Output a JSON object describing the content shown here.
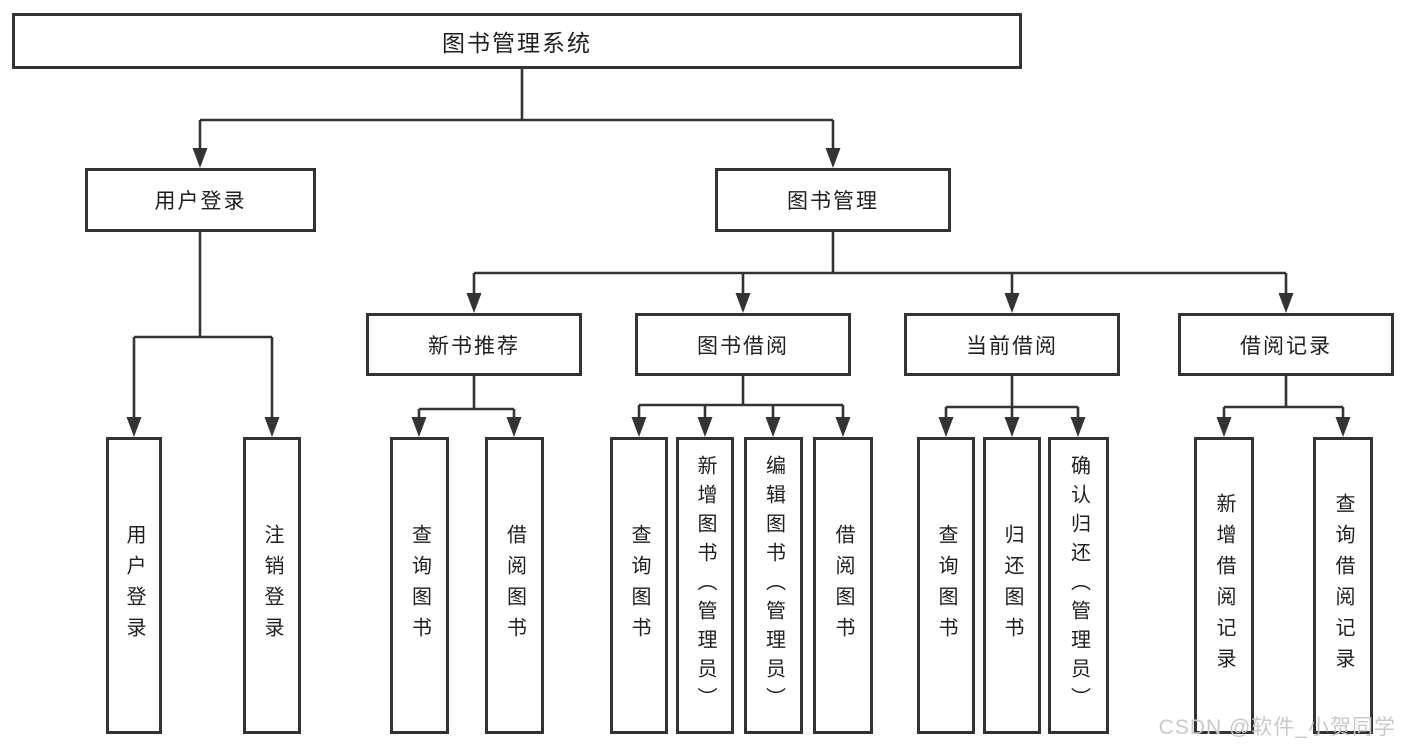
{
  "tree": {
    "root": {
      "label": "图书管理系统"
    },
    "user_login": {
      "label": "用户登录",
      "leaves": {
        "login": "用户登录",
        "logout": "注销登录"
      }
    },
    "book_mgmt": {
      "label": "图书管理",
      "new_book": {
        "label": "新书推荐",
        "leaves": {
          "query": "查询图书",
          "borrow": "借阅图书"
        }
      },
      "borrowing": {
        "label": "图书借阅",
        "leaves": {
          "query": "查询图书",
          "add": "新增图书（管理员）",
          "edit": "编辑图书（管理员）",
          "borrow": "借阅图书"
        }
      },
      "current": {
        "label": "当前借阅",
        "leaves": {
          "query": "查询图书",
          "giveback": "归还图书",
          "confirm": "确认归还（管理员）"
        }
      },
      "records": {
        "label": "借阅记录",
        "leaves": {
          "add": "新增借阅记录",
          "query": "查询借阅记录"
        }
      }
    }
  },
  "watermark": {
    "text": "CSDN @软件_小贺同学"
  },
  "colors": {
    "line": "#333333",
    "text": "#1f1f1f",
    "background": "#ffffff",
    "watermark": "#c9c9c9"
  }
}
